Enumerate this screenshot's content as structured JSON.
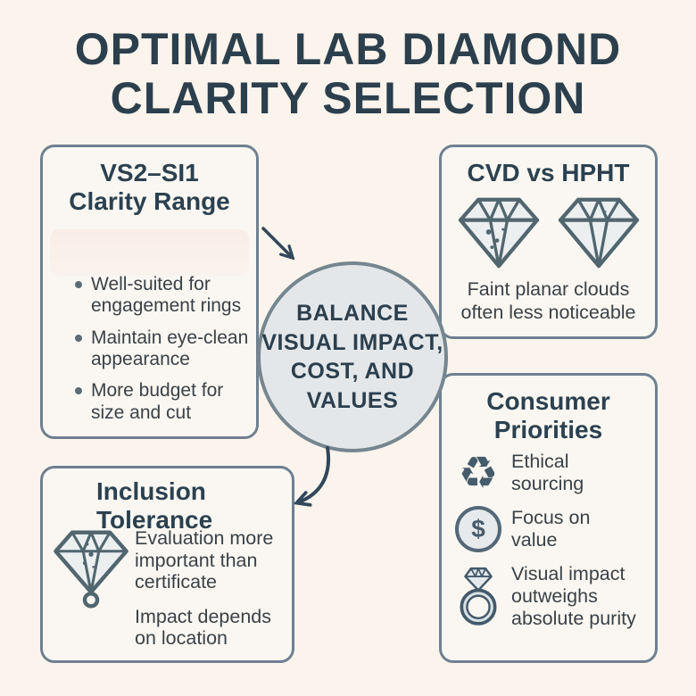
{
  "title": {
    "line1": "OPTIMAL LAB DIAMOND",
    "line2": "CLARITY SELECTION"
  },
  "center_circle": {
    "line1": "BALANCE",
    "line2": "VISUAL IMPACT,",
    "line3": "COST, AND",
    "line4": "VALUES"
  },
  "clarity_box": {
    "title_line1": "VS2–SI1",
    "title_line2": "Clarity Range",
    "bullets": [
      "Well-suited for engagement rings",
      "Maintain eye-clean appearance",
      "More budget for size and cut"
    ]
  },
  "cvd_box": {
    "title": "CVD vs HPHT",
    "icons": [
      "diamond-included-icon",
      "diamond-clean-icon"
    ],
    "note": "Faint planar clouds often less noticeable"
  },
  "inclusion_box": {
    "title_line1": "Inclusion",
    "title_line2": "Tolerance",
    "icon": "diamond-pendant-icon",
    "points": [
      "Evaluation more important than certificate",
      "Impact depends on location"
    ]
  },
  "consumer_box": {
    "title_line1": "Consumer",
    "title_line2": "Priorities",
    "items": [
      {
        "icon": "recycle-icon",
        "label": "Ethical sourcing"
      },
      {
        "icon": "dollar-icon",
        "label": "Focus on value"
      },
      {
        "icon": "ring-icon",
        "label": "Visual impact outweighs absolute purity"
      }
    ]
  },
  "glyphs": {
    "recycle": "♻",
    "dollar": "$"
  },
  "colors": {
    "background": "#FBF4ED",
    "box_background": "#FAF7F2",
    "box_border": "#6E8090",
    "heading": "#2B4150",
    "body_text": "#3A4147",
    "circle_fill": "#E4E7E9",
    "circle_border": "#75868F",
    "arrow": "#31485A",
    "icon_stroke": "#4C6170"
  }
}
